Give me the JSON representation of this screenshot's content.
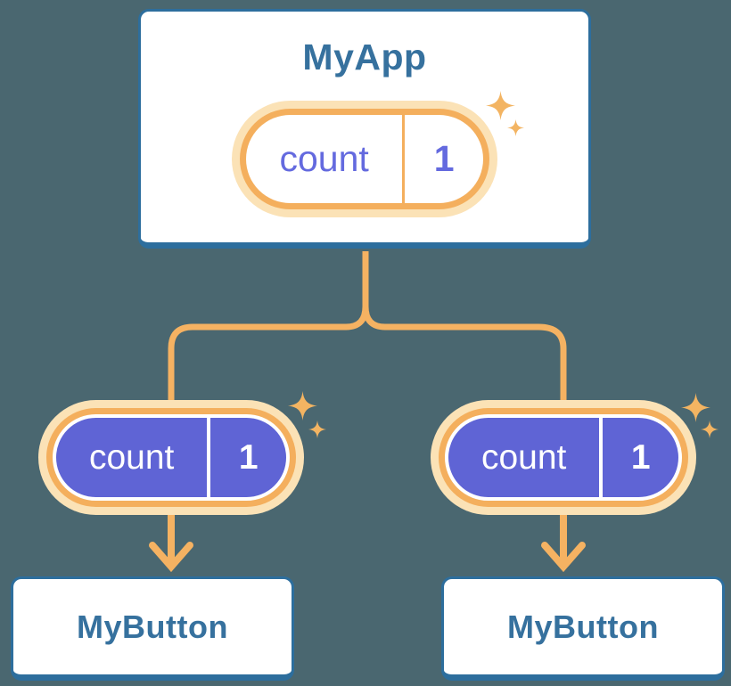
{
  "palette": {
    "background": "#4A6770",
    "card_bg": "#FFFFFF",
    "card_border": "#2D6E9D",
    "heading_text": "#36719E",
    "halo": "#FBE2B6",
    "orange": "#F4AF5D",
    "connector": "#F5B262",
    "indigo": "#5F64D5",
    "indigo_text": "#646ADF",
    "sparkle": "#F3B462"
  },
  "tree": {
    "root": {
      "title": "MyApp",
      "state": {
        "name": "count",
        "value": "1"
      }
    },
    "children": [
      {
        "title": "MyButton",
        "prop": {
          "name": "count",
          "value": "1"
        }
      },
      {
        "title": "MyButton",
        "prop": {
          "name": "count",
          "value": "1"
        }
      }
    ]
  }
}
